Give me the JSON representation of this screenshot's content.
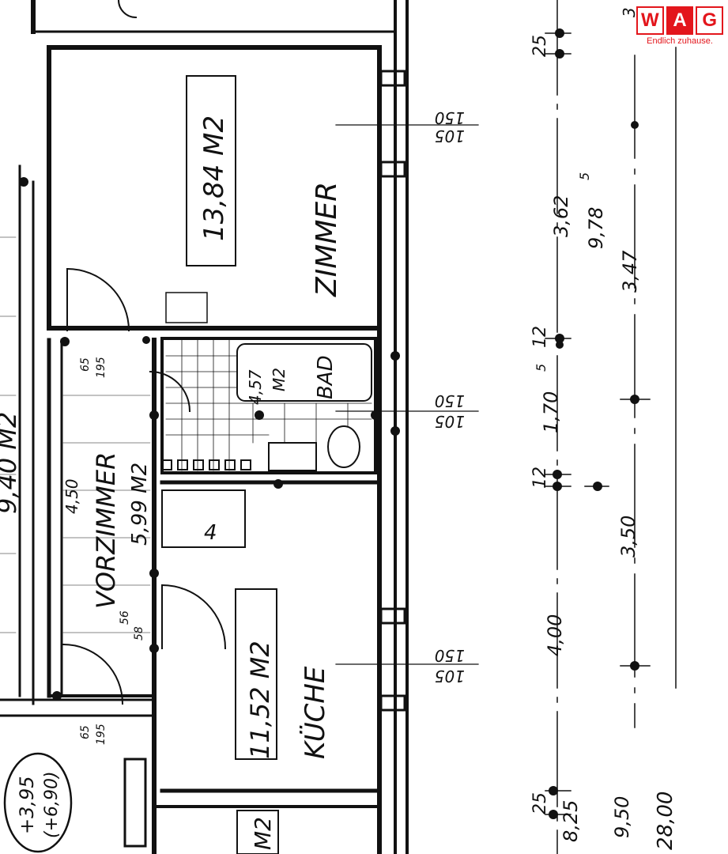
{
  "brand": {
    "logo_letters": [
      "W",
      "A",
      "G"
    ],
    "tagline": "Endlich zuhause.",
    "color": "#e3161c"
  },
  "rooms": {
    "zimmer": {
      "name": "ZIMMER",
      "area": "13,84 M2"
    },
    "bad": {
      "name": "BAD",
      "area_line1": "4,57",
      "area_line2": "M2"
    },
    "vorzimmer": {
      "name": "VORZIMMER",
      "area": "5,99 M2"
    },
    "kueche": {
      "name": "KÜCHE",
      "area": "11,52 M2"
    },
    "left_room": {
      "area": "9,40 M2"
    },
    "bottom_room": {
      "area": "M2"
    }
  },
  "annotations": {
    "window_top_a": "150",
    "window_top_b": "105",
    "window_mid_a": "150",
    "window_mid_b": "105",
    "window_low_a": "150",
    "window_low_b": "105",
    "door_a": "65",
    "door_b": "195",
    "door_c": "65",
    "door_d": "195",
    "small_a": "56",
    "small_b": "58",
    "vorzimmer_width": "4,50",
    "level_a": "+3,95",
    "level_b": "(+6,90)",
    "kitchen_box": "4"
  },
  "dimensions": {
    "col1": [
      "25",
      "3,62",
      "12",
      "1,70",
      "5",
      "12",
      "4,00",
      "25"
    ],
    "col2": [
      "9,78",
      "5",
      "3,47",
      "3,50",
      "8,25",
      "9,50"
    ],
    "col3": [
      "28,00",
      "3"
    ]
  }
}
